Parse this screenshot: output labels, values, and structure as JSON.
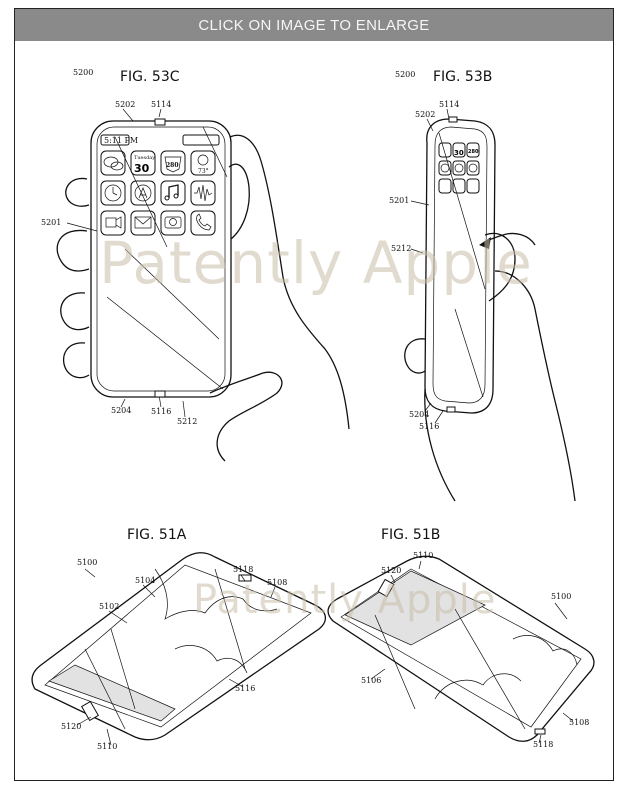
{
  "banner": {
    "text": "CLICK ON IMAGE TO ENLARGE"
  },
  "watermark": {
    "text": "Patently Apple",
    "color": "#c9bfa9"
  },
  "figures": {
    "fig53c": {
      "title": "FIG. 53C",
      "refs": {
        "r5200": "5200",
        "r5202": "5202",
        "r5114": "5114",
        "r5201": "5201",
        "r5204": "5204",
        "r5116": "5116",
        "r5212": "5212"
      },
      "status": {
        "time": "5:11 PM"
      },
      "calendar": {
        "day": "Tuesday",
        "date": "30"
      },
      "highway": "280",
      "weather": "73°"
    },
    "fig53b": {
      "title": "FIG. 53B",
      "refs": {
        "r5200": "5200",
        "r5202": "5202",
        "r5114": "5114",
        "r5201": "5201",
        "r5212": "5212",
        "r5204": "5204",
        "r5116": "5116"
      },
      "calendar": {
        "date": "30"
      },
      "highway": "280"
    },
    "fig51a": {
      "title": "FIG. 51A",
      "refs": {
        "r5100": "5100",
        "r5104": "5104",
        "r5118": "5118",
        "r5108": "5108",
        "r5102": "5102",
        "r5116": "5116",
        "r5120": "5120",
        "r5110": "5110"
      }
    },
    "fig51b": {
      "title": "FIG. 51B",
      "refs": {
        "r5110": "5110",
        "r5120": "5120",
        "r5100": "5100",
        "r5106": "5106",
        "r5108": "5108",
        "r5118": "5118"
      }
    }
  }
}
